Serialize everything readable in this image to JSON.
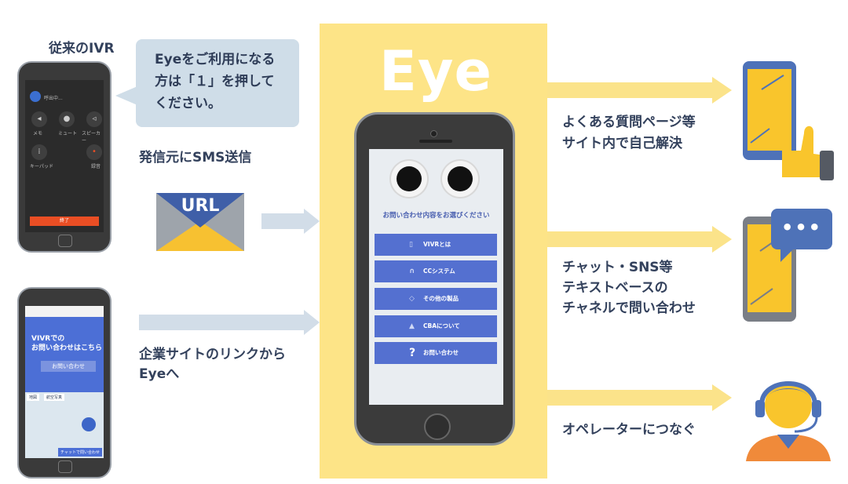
{
  "left_top": {
    "caption": "従来のIVR",
    "bubble_lines": [
      "Eyeをご利用になる",
      "方は「１」を押して",
      "ください。"
    ],
    "sms_caption": "発信元にSMS送信",
    "envelope_text": "URL",
    "ivr_screen": {
      "calling": "呼出中...",
      "buttons": [
        "ミュート",
        "スピーカー",
        "キーパッド",
        "録音",
        "メモ"
      ],
      "end_label": "終了"
    }
  },
  "left_bottom": {
    "caption_lines": [
      "企業サイトのリンクから",
      "Eyeへ"
    ],
    "web_screen": {
      "hero_lines": [
        "VIVRでの",
        "お問い合わせはこちら"
      ],
      "hero_button": "お問い合わせ",
      "map_tabs": [
        "地図",
        "航空写真"
      ],
      "chat_button": "チャットで問い合わせ"
    }
  },
  "center": {
    "logo": "Eye",
    "prompt": "お問い合わせ内容をお選びください",
    "menu": [
      {
        "icon": "phone-icon",
        "glyph": "▯",
        "label": "VIVRとは"
      },
      {
        "icon": "headset-icon",
        "glyph": "∩",
        "label": "CCシステム"
      },
      {
        "icon": "box-icon",
        "glyph": "◇",
        "label": "その他の製品"
      },
      {
        "icon": "building-icon",
        "glyph": "▲",
        "label": "CBAについて"
      },
      {
        "icon": "question-icon",
        "glyph": "?",
        "label": "お問い合わせ"
      }
    ]
  },
  "right": {
    "outcome1_lines": [
      "よくある質問ページ等",
      "サイト内で自己解決"
    ],
    "outcome2_lines": [
      "チャット・SNS等",
      "テキストベースの",
      "チャネルで問い合わせ"
    ],
    "outcome3_lines": [
      "オペレーターにつなぐ"
    ],
    "chat_dots": "•••"
  },
  "colors": {
    "panel": "#fde487",
    "arrow_left": "#d2dde8",
    "arrow_right": "#fbe38a",
    "button": "#5470d0",
    "accent_yellow": "#f9c52c",
    "phone_blue": "#4e72b8"
  }
}
